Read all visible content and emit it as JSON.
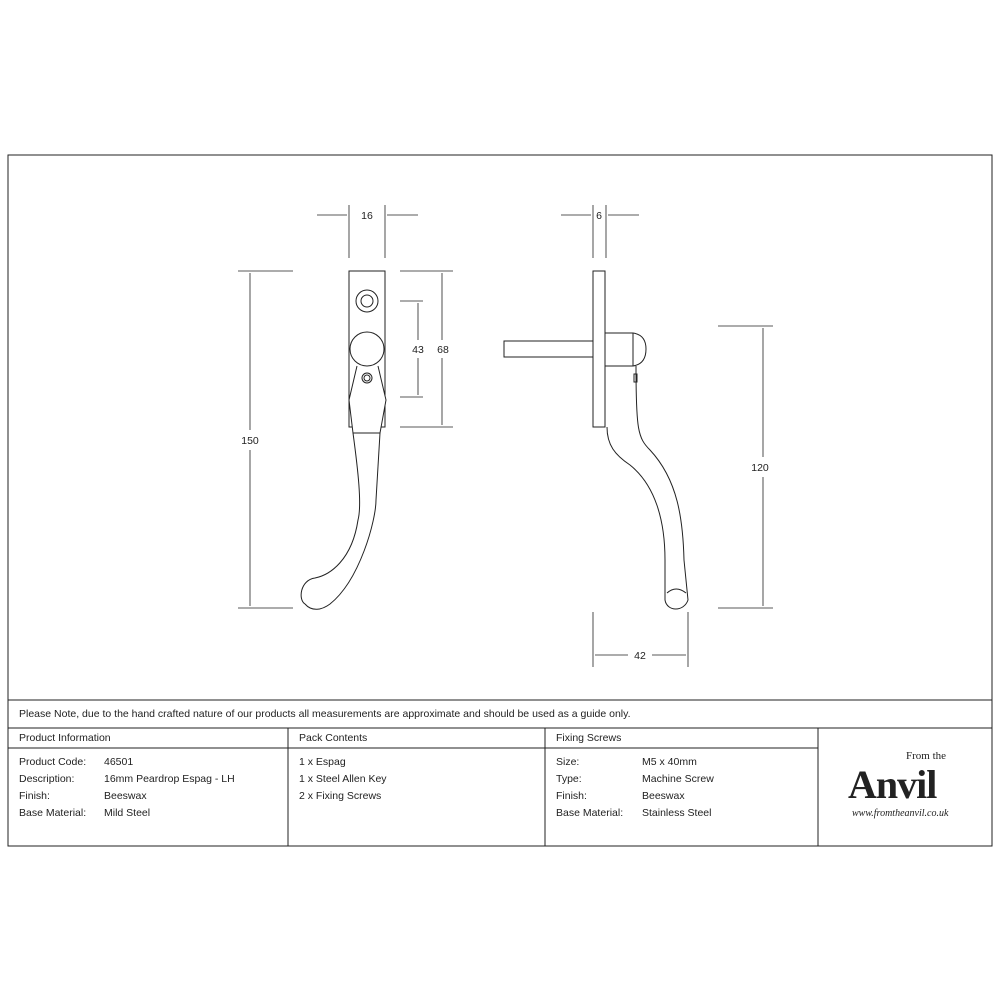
{
  "dimensions": {
    "width_front": "16",
    "height_total": "150",
    "screw_centres": "43",
    "plate_height": "68",
    "plate_thickness": "6",
    "lever_height": "120",
    "projection": "42"
  },
  "note": "Please Note, due to the hand crafted nature of our products all measurements are approximate and should be used as a guide only.",
  "product_info": {
    "header": "Product Information",
    "rows": [
      {
        "label": "Product Code:",
        "value": "46501"
      },
      {
        "label": "Description:",
        "value": "16mm Peardrop Espag - LH"
      },
      {
        "label": "Finish:",
        "value": "Beeswax"
      },
      {
        "label": "Base Material:",
        "value": "Mild Steel"
      }
    ]
  },
  "pack_contents": {
    "header": "Pack Contents",
    "items": [
      "1 x Espag",
      "1 x Steel Allen Key",
      "2 x Fixing Screws"
    ]
  },
  "fixing_screws": {
    "header": "Fixing Screws",
    "rows": [
      {
        "label": "Size:",
        "value": "M5 x 40mm"
      },
      {
        "label": "Type:",
        "value": "Machine Screw"
      },
      {
        "label": "Finish:",
        "value": "Beeswax"
      },
      {
        "label": "Base Material:",
        "value": "Stainless Steel"
      }
    ]
  },
  "logo": {
    "from": "From the",
    "brand": "Anvil",
    "url": "www.fromtheanvil.co.uk"
  }
}
